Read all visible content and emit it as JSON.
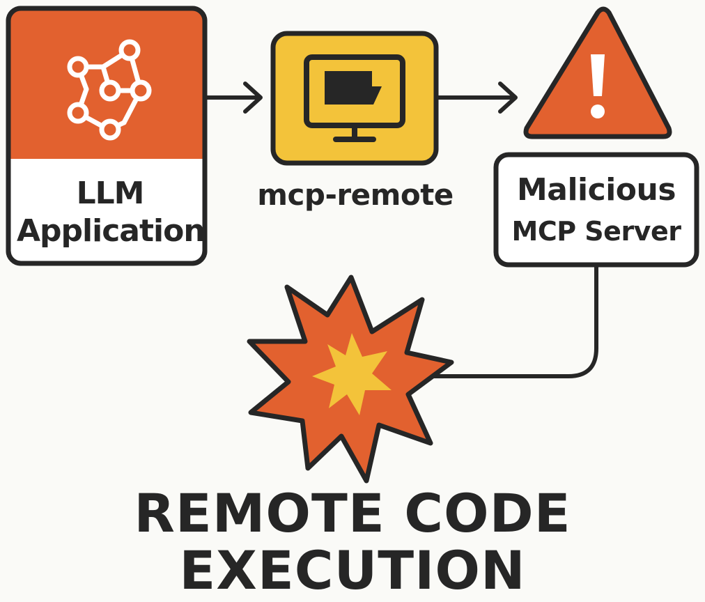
{
  "nodes": {
    "llm_app": {
      "line1": "LLM",
      "line2": "Application"
    },
    "mcp_remote": {
      "label": "mcp-remote"
    },
    "malicious_server": {
      "line1": "Malicious",
      "line2": "MCP Server"
    }
  },
  "result": {
    "line1": "REMOTE CODE",
    "line2": "EXECUTION"
  },
  "colors": {
    "orange": "#e2612f",
    "yellow": "#f3c33a",
    "outline": "#262626",
    "background": "#fafaf7",
    "white": "#ffffff"
  },
  "icons": {
    "llm_app": "network-graph-icon",
    "mcp_remote": "monitor-icon",
    "malicious_server": "warning-triangle-icon",
    "result": "explosion-icon"
  }
}
